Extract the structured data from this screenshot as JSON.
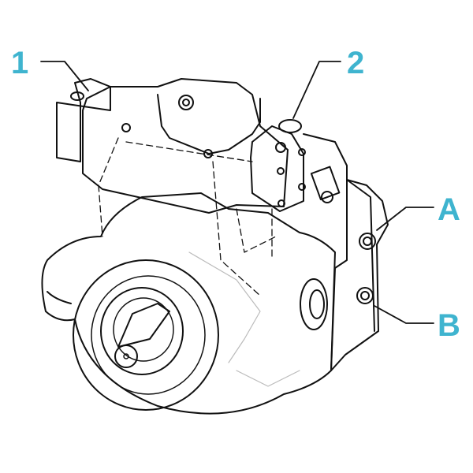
{
  "colors": {
    "label": "#3fb4cf",
    "line": "#111111"
  },
  "callouts": [
    {
      "id": "1",
      "text": "1"
    },
    {
      "id": "2",
      "text": "2"
    },
    {
      "id": "A",
      "text": "A"
    },
    {
      "id": "B",
      "text": "B"
    }
  ]
}
